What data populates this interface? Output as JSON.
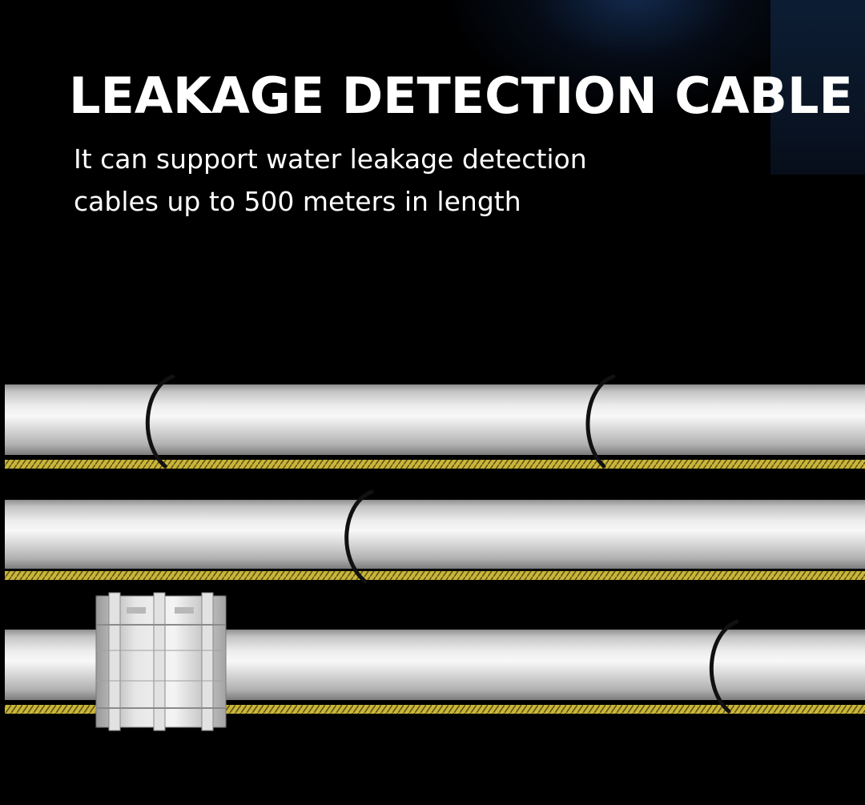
{
  "hero": {
    "title": "LEAKAGE DETECTION CABLE",
    "subtitle_line1": "It can support water leakage detection",
    "subtitle_line2": "cables up to 500 meters in length"
  },
  "colors": {
    "background": "#000000",
    "text": "#ffffff",
    "pipe": "#cfcfcf",
    "sensing_cable": "#d4c03a",
    "clip": "#111111"
  }
}
